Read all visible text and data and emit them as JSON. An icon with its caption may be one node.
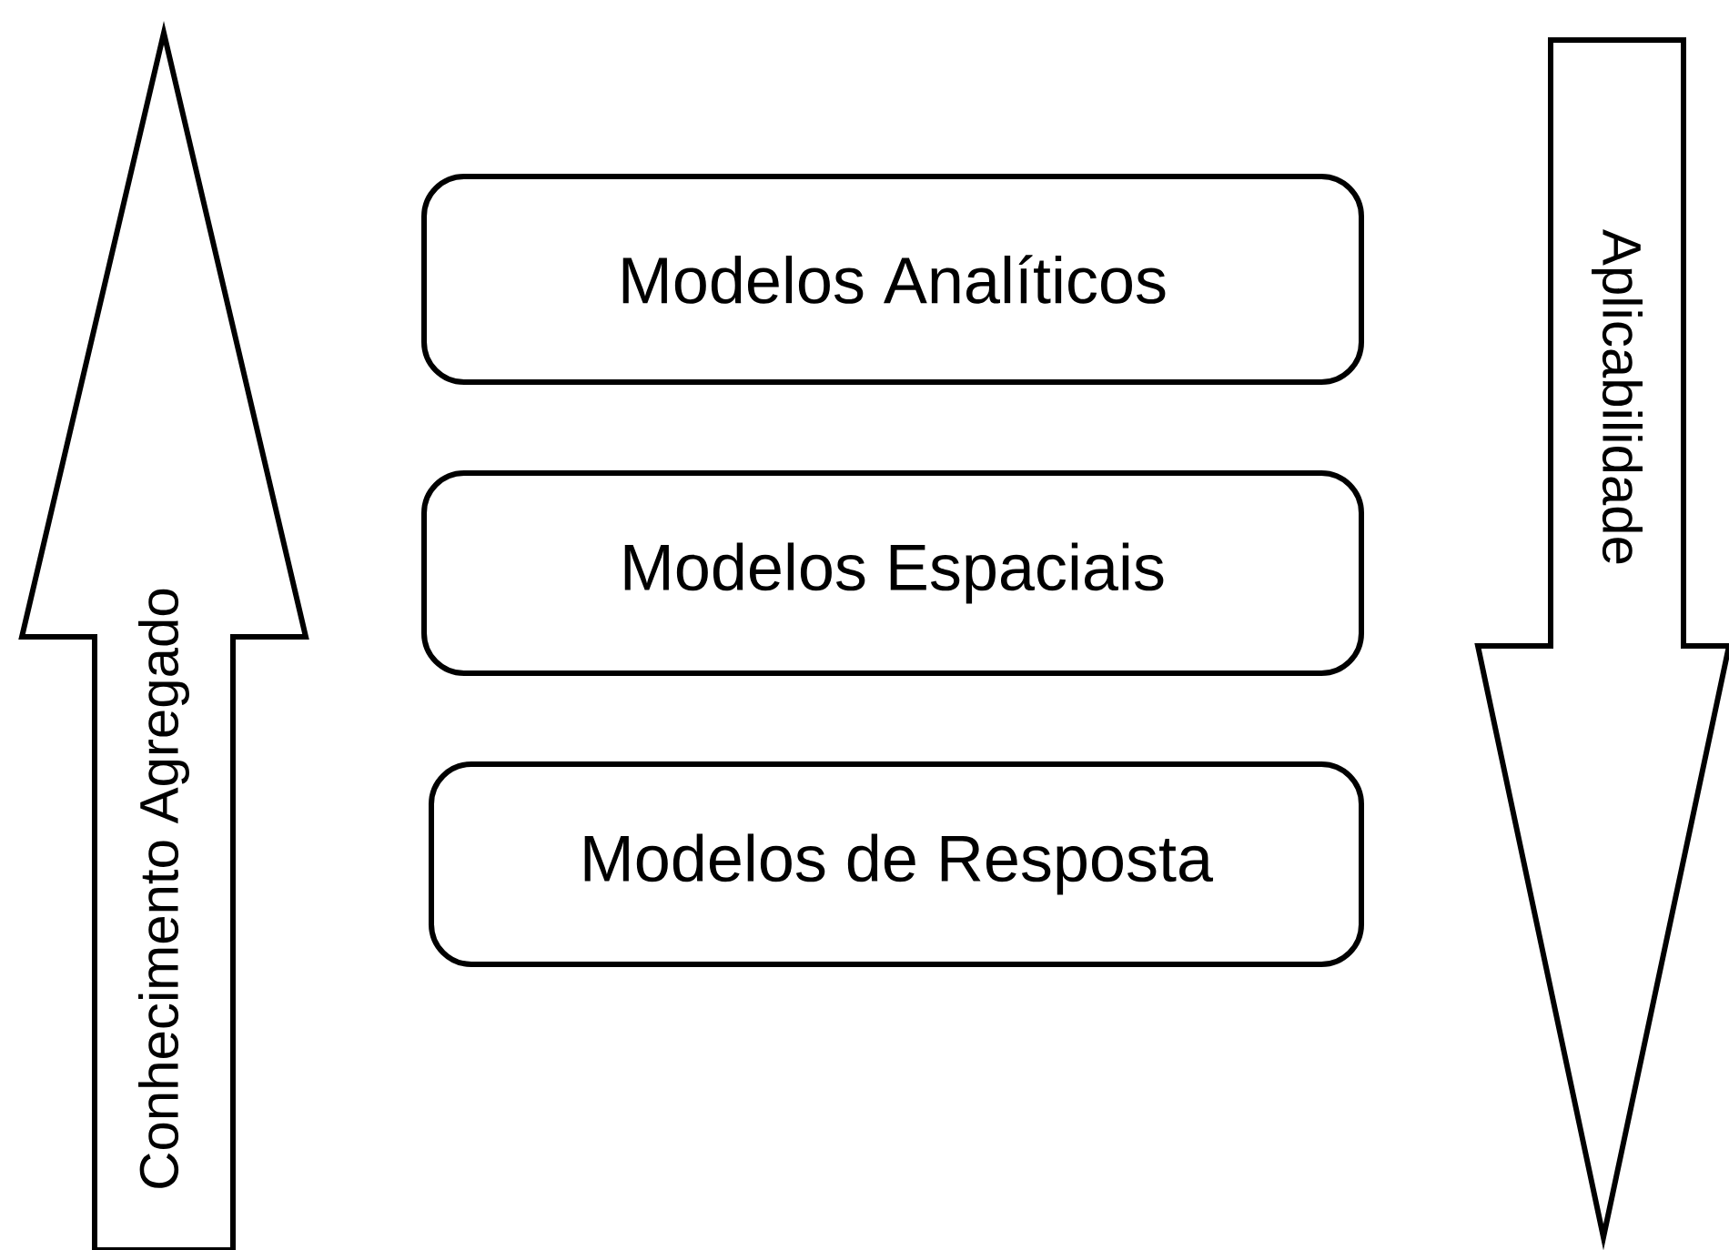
{
  "diagram": {
    "nodes": [
      {
        "text": [
          "Conhecimento Agregado"
        ]
      },
      {
        "text": [
          "Modelos Analíticos"
        ]
      },
      {
        "text": [
          "Modelos Espaciais"
        ]
      },
      {
        "text": [
          "Modelos de Resposta"
        ]
      },
      {
        "text": [
          "Aplicabilidade"
        ]
      }
    ]
  }
}
